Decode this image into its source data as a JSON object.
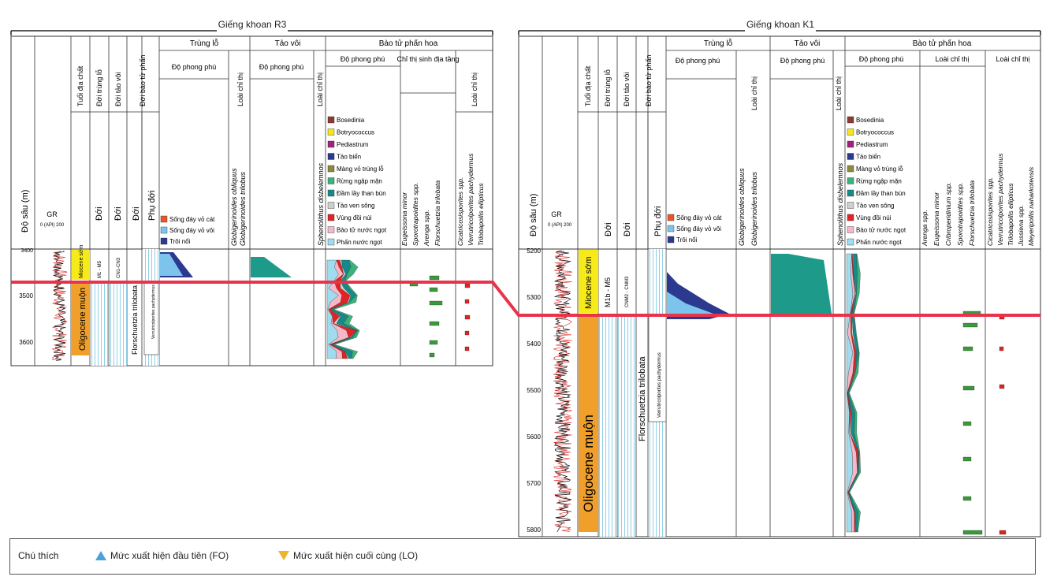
{
  "wells": {
    "r3": {
      "title": "Giếng khoan R3",
      "depth_ticks": [
        "3500",
        "3600"
      ],
      "depth_top": "3400",
      "depth_label": "Độ sâu (m)",
      "gr_label": "GR",
      "gr_scale": "0 (API) 200",
      "col_tuoi": "Tuổi địa chất",
      "col_doi_trung_lo": "Đới trùng lỗ",
      "col_doi_tao_voi": "Đới tảo vôi",
      "col_doi_bao_tu": "Đới bào tử phấn",
      "col_doi": "Đới",
      "col_phu_doi": "Phụ đới",
      "hdr_trung_lo": "Trùng lỗ",
      "hdr_tao_voi": "Tảo vôi",
      "hdr_bao_tu": "Bào tử phấn hoa",
      "hdr_do_phong_phu": "Độ phong phú",
      "hdr_loai_chi_thi": "Loài chỉ thị",
      "hdr_chi_thi_sinh_dia_tang": "Chỉ thị sinh địa tầng",
      "age_upper": "Miocene sớm",
      "age_lower": "Oligocene muộn",
      "foram_zone_upper": "M1 - M5",
      "nanno_zone_upper": "CN1-CN3",
      "spore_zone": "Florschuetzia trilobata",
      "subzone": "Verrutricolporites pachydermus",
      "foram_species": [
        "Globigerinoides obliquus",
        "Globigerinoides trilobus"
      ],
      "nanno_species": [
        "Sphenolithus disbelemnos"
      ],
      "pollen_species_a": [
        "Eugeissona minor",
        "Sporotrapoidites spp.",
        "Arenga spp.",
        "Florschuetzia trilobata"
      ],
      "pollen_species_b": [
        "Cicatricosisporites spp.",
        "Verrutricolporites pachydermus",
        "Trilobapollis ellipticus"
      ]
    },
    "k1": {
      "title": "Giếng khoan K1",
      "depth_ticks": [
        "5200",
        "5300",
        "5400",
        "5500",
        "5600",
        "5700",
        "5800"
      ],
      "depth_label": "Độ sâu (m)",
      "gr_label": "GR",
      "gr_scale": "0 (API) 200",
      "col_tuoi": "Tuổi địa chất",
      "col_doi_trung_lo": "Đới trùng lỗ",
      "col_doi_tao_voi": "Đới tảo vôi",
      "col_doi_bao_tu": "Đới bào tử phấn",
      "col_doi": "Đới",
      "col_phu_doi": "Phụ đới",
      "hdr_trung_lo": "Trùng lỗ",
      "hdr_tao_voi": "Tảo vôi",
      "hdr_bao_tu": "Bào tử phấn hoa",
      "hdr_do_phong_phu": "Độ phong phú",
      "hdr_loai_chi_thi": "Loài chỉ thị",
      "age_upper": "Miocene sớm",
      "age_lower": "Oligocene muộn",
      "foram_zone_upper": "M1b - M5",
      "nanno_zone_upper": "CNM2 - CNM3",
      "spore_zone": "Florschuetzia trilobata",
      "subzone": "Verrutricolporites pachydermus",
      "foram_species": [
        "Globigerinoides obliquus",
        "Globigerinoides trilobus"
      ],
      "nanno_species": [
        "Sphenolithus disbelemnos"
      ],
      "pollen_species_a": [
        "Arenga spp.",
        "Eugeissona minor",
        "Cribroperidinium spp.",
        "Sporotrapoidites spp.",
        "Florschuetzia trilobata"
      ],
      "pollen_species_b": [
        "Cicatricosisporites spp.",
        "Verrutricolporites pachydermus",
        "Trilobapollis ellipticus",
        "Jussiena spp.",
        "Meyeripollis naharkotensis"
      ]
    }
  },
  "foram_legend": [
    {
      "label": "Sống đáy vỏ cát",
      "color": "#e8552a"
    },
    {
      "label": "Sống đáy vỏ vôi",
      "color": "#7cc4ec"
    },
    {
      "label": "Trôi nổi",
      "color": "#2b3a8f"
    }
  ],
  "pollen_legend": [
    {
      "label": "Bosedinia",
      "color": "#8b3a2f"
    },
    {
      "label": "Botryococcus",
      "color": "#f4e61c"
    },
    {
      "label": "Pediastrum",
      "color": "#a0207a"
    },
    {
      "label": "Tảo biển",
      "color": "#2b3a8f"
    },
    {
      "label": "Màng vỏ trùng lỗ",
      "color": "#8a8a3a"
    },
    {
      "label": "Rừng ngập mặn",
      "color": "#3bb27a"
    },
    {
      "label": "Đầm lầy than bùn",
      "color": "#168a8a"
    },
    {
      "label": "Tảo ven sông",
      "color": "#cfcfcf"
    },
    {
      "label": "Vùng đồi núi",
      "color": "#e32222"
    },
    {
      "label": "Bào tử nước ngọt",
      "color": "#f6b8c8"
    },
    {
      "label": "Phấn nước ngọt",
      "color": "#9fdcef"
    }
  ],
  "colors": {
    "correlation_line": "#e8334a",
    "age_upper_fill": "#f6ea1a",
    "age_lower_fill": "#f0a02a",
    "zone_hatch": "#8fd0e6",
    "foram_bar": "#3a9a3a",
    "nanno_fill": "#1e9a8a"
  },
  "legend": {
    "title": "Chú thích",
    "fo": "Mức xuất hiện đầu tiên (FO)",
    "lo": "Mức xuất hiện cuối cùng (LO)"
  }
}
